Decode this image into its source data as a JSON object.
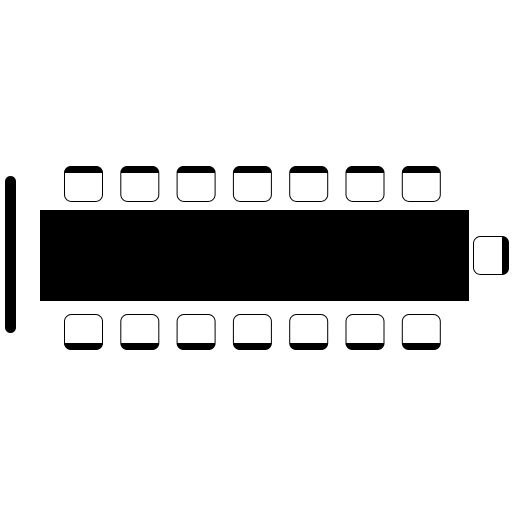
{
  "diagram": {
    "type": "seating-layout",
    "colors": {
      "background": "#ffffff",
      "fill": "#000000",
      "chair_fill": "#ffffff"
    },
    "table": {
      "shape": "rectangle"
    },
    "wall": {
      "side": "left"
    },
    "chairs": {
      "top_side": 7,
      "bottom_side": 7,
      "right_end": 1
    }
  }
}
